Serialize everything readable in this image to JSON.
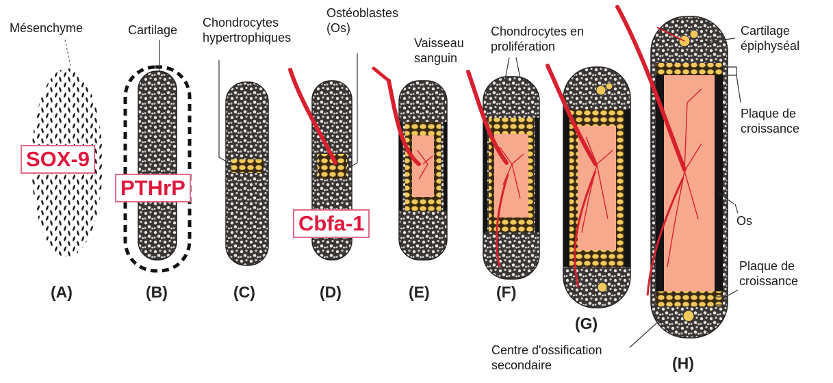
{
  "labels": {
    "mesenchyme": "Mésenchyme",
    "cartilage": "Cartilage",
    "hypertrophic_chondrocytes": [
      "Chondrocytes",
      "hypertrophiques"
    ],
    "osteoblasts": [
      "Ostéoblastes",
      "(Os)"
    ],
    "blood_vessel": [
      "Vaisseau",
      "sanguin"
    ],
    "proliferating_chondrocytes": [
      "Chondrocytes en",
      "prolifération"
    ],
    "epiphyseal_cartilage": [
      "Cartilage",
      "épiphyséal"
    ],
    "growth_plate_top": [
      "Plaque de",
      "croissance"
    ],
    "bone": "Os",
    "growth_plate_bottom": [
      "Plaque de",
      "croissance"
    ],
    "secondary_ossification_center": [
      "Centre d'ossification",
      "secondaire"
    ]
  },
  "genes": {
    "sox9": "SOX-9",
    "pthrp": "PTHrP",
    "cbfa1": "Cbfa-1"
  },
  "stages": [
    "(A)",
    "(B)",
    "(C)",
    "(D)",
    "(E)",
    "(F)",
    "(G)",
    "(H)"
  ],
  "colors": {
    "cartilage_fill": "#3a3636",
    "cell_spot": "#e8e4df",
    "hypertrophic_zone": "#f0c95a",
    "bone_marrow": "#f6a98c",
    "blood_vessel": "#d8202e",
    "gene_text": "#e0173d",
    "gene_border": "#e26a87",
    "cortex": "#141414"
  }
}
